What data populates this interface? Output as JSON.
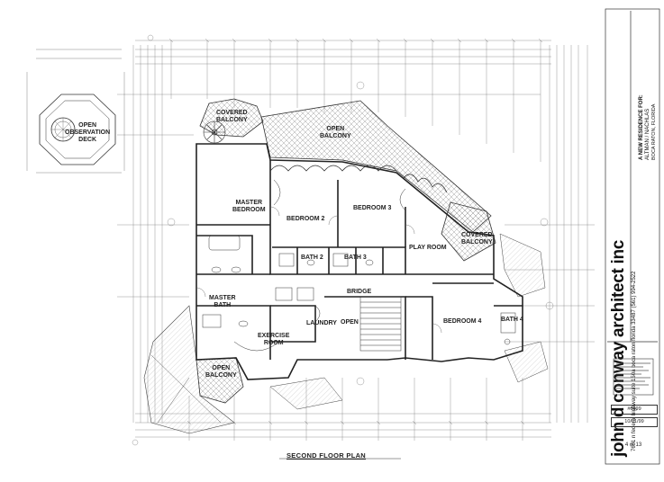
{
  "plan": {
    "title": "SECOND FLOOR PLAN",
    "rooms": {
      "open_observation_deck": "OPEN\nOBSERVATION\nDECK",
      "covered_balcony_top": "COVERED\nBALCONY",
      "open_balcony_top": "OPEN\nBALCONY",
      "master_bedroom": "MASTER\nBEDROOM",
      "bedroom_2": "BEDROOM 2",
      "bedroom_3": "BEDROOM 3",
      "covered_balcony_right": "COVERED\nBALCONY",
      "play_room": "PLAY ROOM",
      "bath_2": "BATH 2",
      "bath_3": "BATH 3",
      "master_bath": "MASTER\nBATH",
      "bridge": "BRIDGE",
      "laundry": "LAUNDRY",
      "open": "OPEN",
      "bedroom_4": "BEDROOM 4",
      "bath_4": "BATH 4",
      "exercise_room": "EXERCISE\nROOM",
      "open_balcony_bottom": "OPEN\nBALCONY"
    }
  },
  "title_block": {
    "firm": "john d conway architect inc",
    "address": "7601 n federal highway suite 150a boca raton florida 33487 (561) 994-2522",
    "project": "A NEW RESIDENCE FOR:",
    "client": "ALTMAN / NACHLAS",
    "location": "BOCA RATON, FLORIDA",
    "job_number": "#6999",
    "date": "10/01/99",
    "sheet": "4 of 13"
  }
}
